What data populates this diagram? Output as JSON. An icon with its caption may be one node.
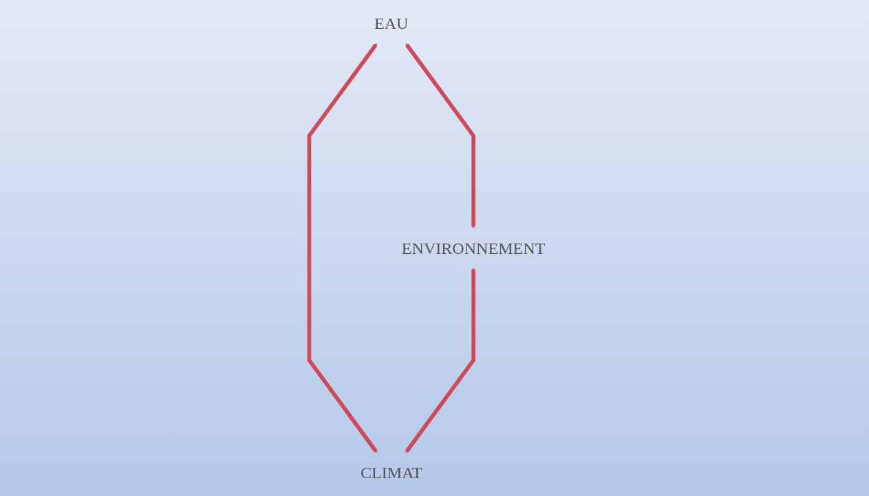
{
  "diagram": {
    "nodes": [
      {
        "text": [
          "EAU"
        ]
      },
      {
        "text": [
          "ENVIRONNEMENT"
        ]
      },
      {
        "text": [
          "CLIMAT"
        ]
      }
    ],
    "edges": [
      {
        "from": 0,
        "to": 1,
        "arrow": "both"
      },
      {
        "from": 0,
        "to": 2,
        "arrow": "both"
      },
      {
        "from": 1,
        "to": 2,
        "arrow": "both"
      }
    ]
  }
}
